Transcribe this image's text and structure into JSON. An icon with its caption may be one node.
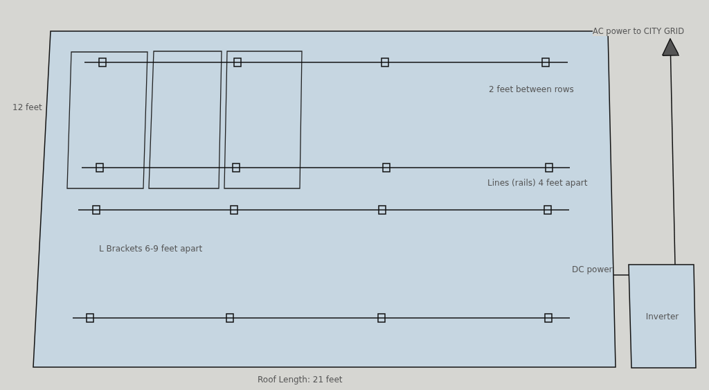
{
  "diagram": {
    "nodes": [
      {
        "text": [],
        "shape": "box"
      },
      {
        "text": [
          "Inverter"
        ]
      },
      {
        "text": [
          "AC power to CITY GRID"
        ]
      }
    ],
    "edges": [
      {
        "from": 0,
        "to": 1,
        "arrow": "none",
        "label": "DC power"
      },
      {
        "from": 1,
        "to": 2,
        "arrow": "to"
      }
    ],
    "labels": [
      "12 feet",
      "2 feet between rows",
      "Lines (rails) 4 feet apart",
      "L Brackets 6-9 feet apart",
      "Roof Length: 21 feet"
    ]
  }
}
